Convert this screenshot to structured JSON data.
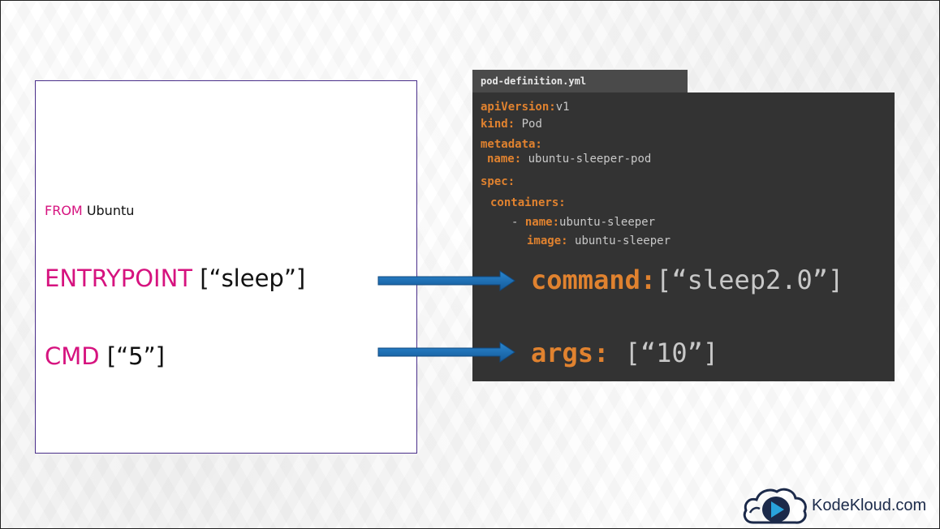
{
  "dockerfile": {
    "from_kw": "FROM",
    "from_val": "Ubuntu",
    "entrypoint_kw": "ENTRYPOINT",
    "entrypoint_val": "[“sleep”]",
    "cmd_kw": "CMD",
    "cmd_val": "[“5”]"
  },
  "yaml": {
    "filename": "pod-definition.yml",
    "lines": {
      "apiVersion_key": "apiVersion:",
      "apiVersion_val": "v1",
      "kind_key": "kind:",
      "kind_val": "Pod",
      "metadata_key": "metadata:",
      "name_key": "name:",
      "name_val": "ubuntu-sleeper-pod",
      "spec_key": "spec:",
      "containers_key": "containers:",
      "container_dash": "-",
      "container_name_key": "name:",
      "container_name_val": "ubuntu-sleeper",
      "image_key": "image:",
      "image_val": "ubuntu-sleeper",
      "command_key": "command:",
      "command_val": "[“sleep2.0”]",
      "args_key": "args:",
      "args_val": "[“10”]"
    }
  },
  "colors": {
    "dockerfile_keyword": "#d6137f",
    "yaml_key": "#e0822f",
    "yaml_value": "#c8c8c8",
    "arrow": "#1f6fb5",
    "panel_bg": "#333333"
  },
  "logo": {
    "text": "KodeKloud.com",
    "icon": "cloud-play-icon"
  }
}
